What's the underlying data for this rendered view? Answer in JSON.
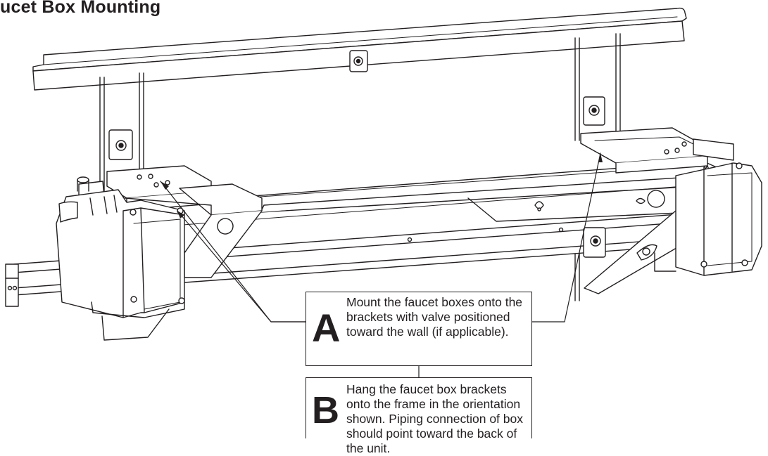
{
  "title": "ucet Box Mounting",
  "callouts": [
    {
      "letter": "A",
      "text": "Mount the faucet boxes onto the brackets with valve positioned toward the wall (if applicable)."
    },
    {
      "letter": "B",
      "text": "Hang the faucet box brackets onto the frame in the orientation shown. Piping connection of box should point toward the back of the unit."
    }
  ],
  "colors": {
    "line": "#231f20",
    "background": "#ffffff"
  }
}
